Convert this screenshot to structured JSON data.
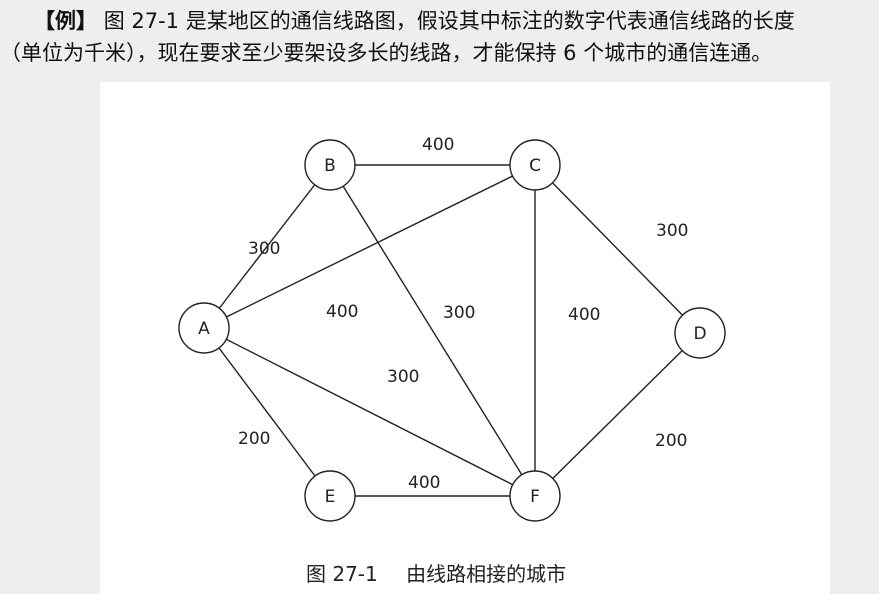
{
  "paragraph": {
    "bracket_label": "【例】",
    "line1_text": "图 27-1 是某地区的通信线路图，假设其中标注的数字代表通信线路的长度",
    "line2_text": "（单位为千米），现在要求至少要架设多长的线路，才能保持 6 个城市的通信连通。"
  },
  "diagram": {
    "nodes": [
      {
        "id": "A",
        "label": "A"
      },
      {
        "id": "B",
        "label": "B"
      },
      {
        "id": "C",
        "label": "C"
      },
      {
        "id": "D",
        "label": "D"
      },
      {
        "id": "E",
        "label": "E"
      },
      {
        "id": "F",
        "label": "F"
      }
    ],
    "edges": [
      {
        "from": "B",
        "to": "C",
        "weight": "400"
      },
      {
        "from": "A",
        "to": "B",
        "weight": "300"
      },
      {
        "from": "A",
        "to": "C",
        "weight": "400"
      },
      {
        "from": "B",
        "to": "F",
        "weight": "300"
      },
      {
        "from": "C",
        "to": "F",
        "weight": "400"
      },
      {
        "from": "C",
        "to": "D",
        "weight": "300"
      },
      {
        "from": "A",
        "to": "F",
        "weight": "300"
      },
      {
        "from": "A",
        "to": "E",
        "weight": "200"
      },
      {
        "from": "E",
        "to": "F",
        "weight": "400"
      },
      {
        "from": "D",
        "to": "F",
        "weight": "200"
      }
    ]
  },
  "caption": {
    "number": "图 27-1",
    "text": "由线路相接的城市"
  }
}
